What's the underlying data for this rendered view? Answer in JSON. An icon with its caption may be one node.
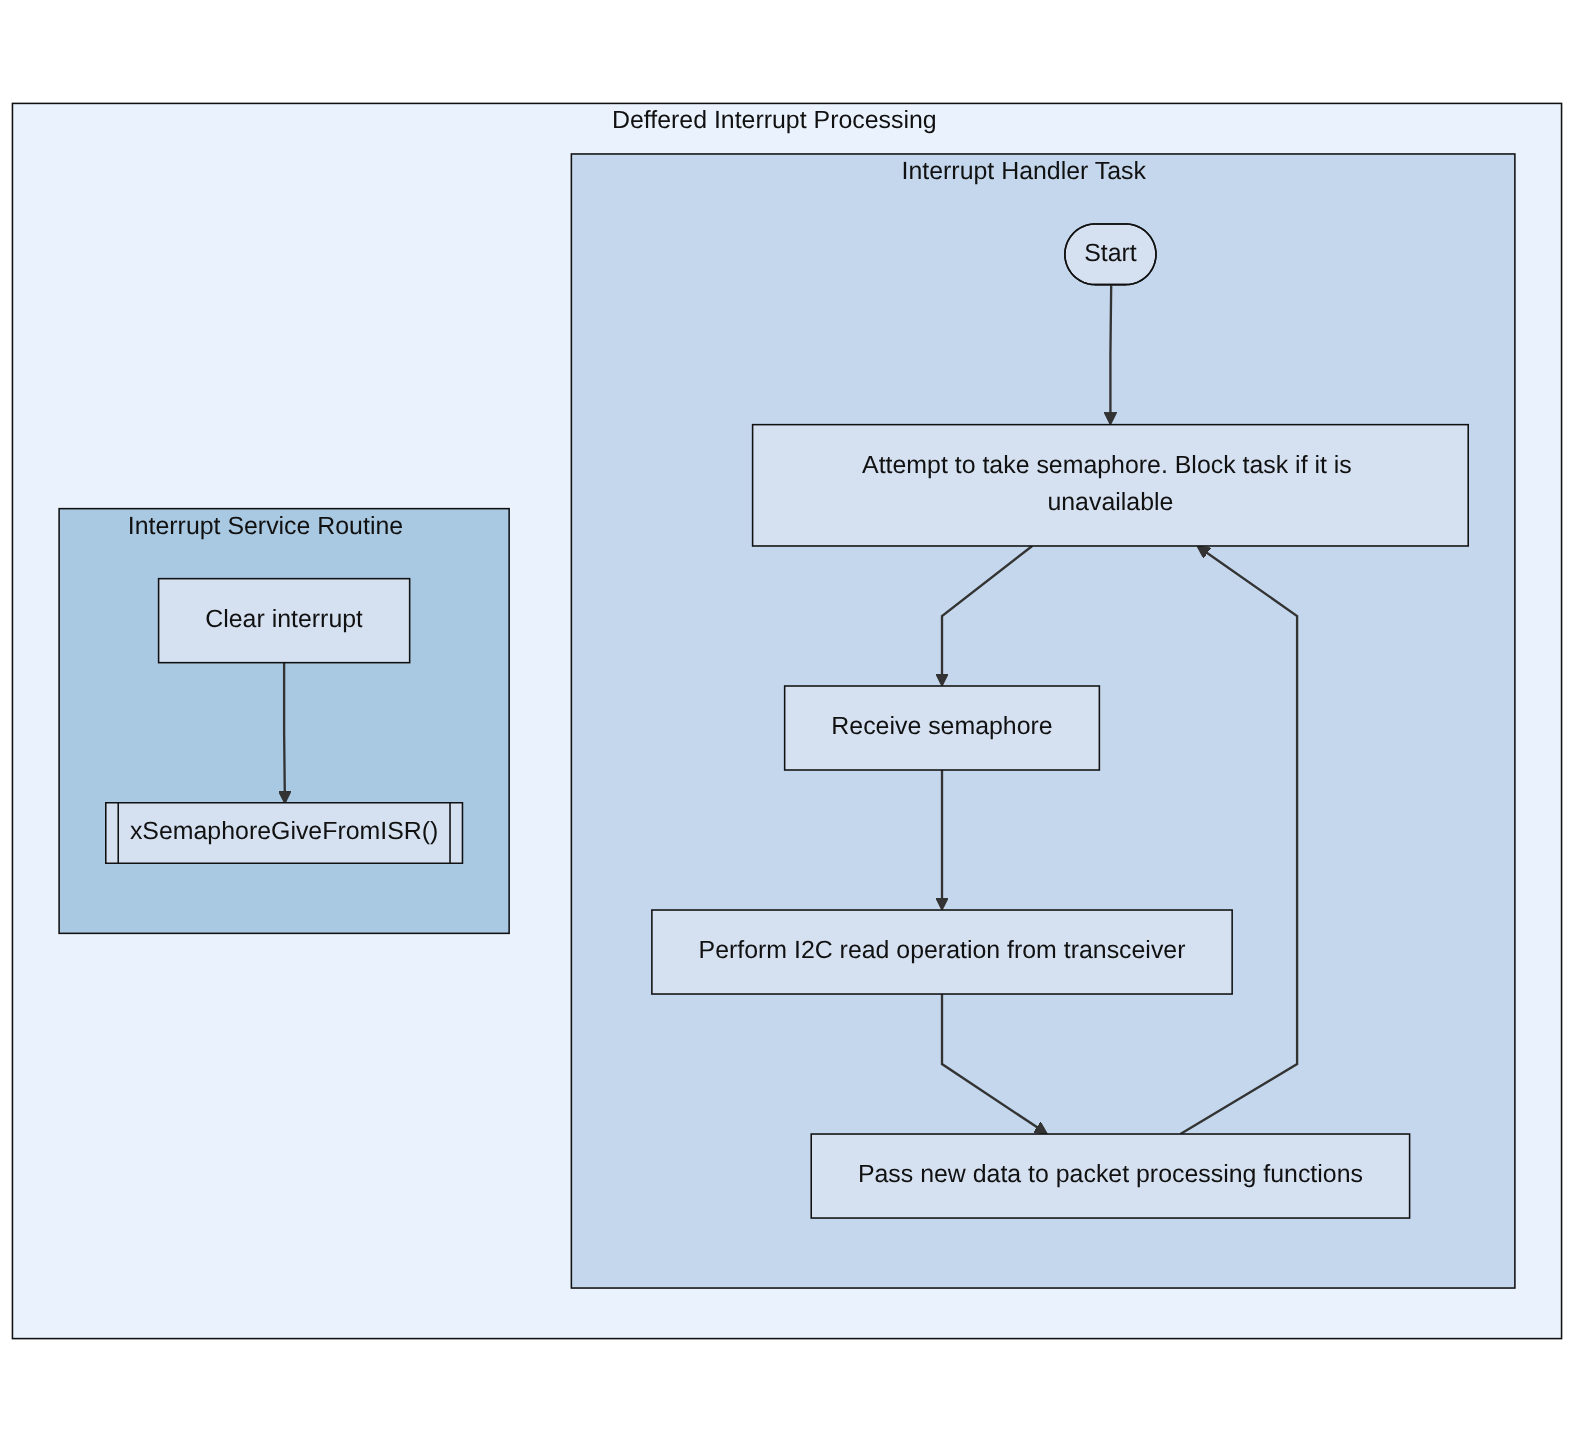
{
  "diagram": {
    "nodes": [
      {
        "text": [
          "Deffered Interrupt Processing"
        ]
      },
      {
        "text": [
          "Interrupt Handler Task"
        ],
        "in": 0
      },
      {
        "text": [
          "Interrupt Service Routine"
        ],
        "in": 0
      },
      {
        "text": [
          "Start"
        ],
        "in": 1
      },
      {
        "text": [
          "Attempt to take semaphore. Block task if it is unavailable"
        ],
        "in": 1
      },
      {
        "text": [
          "Receive semaphore"
        ],
        "in": 1
      },
      {
        "text": [
          "Perform I2C read operation from transceiver"
        ],
        "in": 1
      },
      {
        "text": [
          "Pass new data to packet processing functions"
        ],
        "in": 1
      },
      {
        "text": [
          "Clear interrupt"
        ],
        "in": 2
      },
      {
        "text": [
          "xSemaphoreGiveFromISR()"
        ],
        "in": 2
      }
    ],
    "edges": [
      {
        "from": 3,
        "to": 4,
        "arrow": "to"
      },
      {
        "from": 4,
        "to": 5,
        "arrow": "to"
      },
      {
        "from": 5,
        "to": 6,
        "arrow": "to"
      },
      {
        "from": 6,
        "to": 7,
        "arrow": "to"
      },
      {
        "from": 7,
        "to": 4,
        "arrow": "to"
      },
      {
        "from": 8,
        "to": 9,
        "arrow": "to"
      }
    ]
  }
}
